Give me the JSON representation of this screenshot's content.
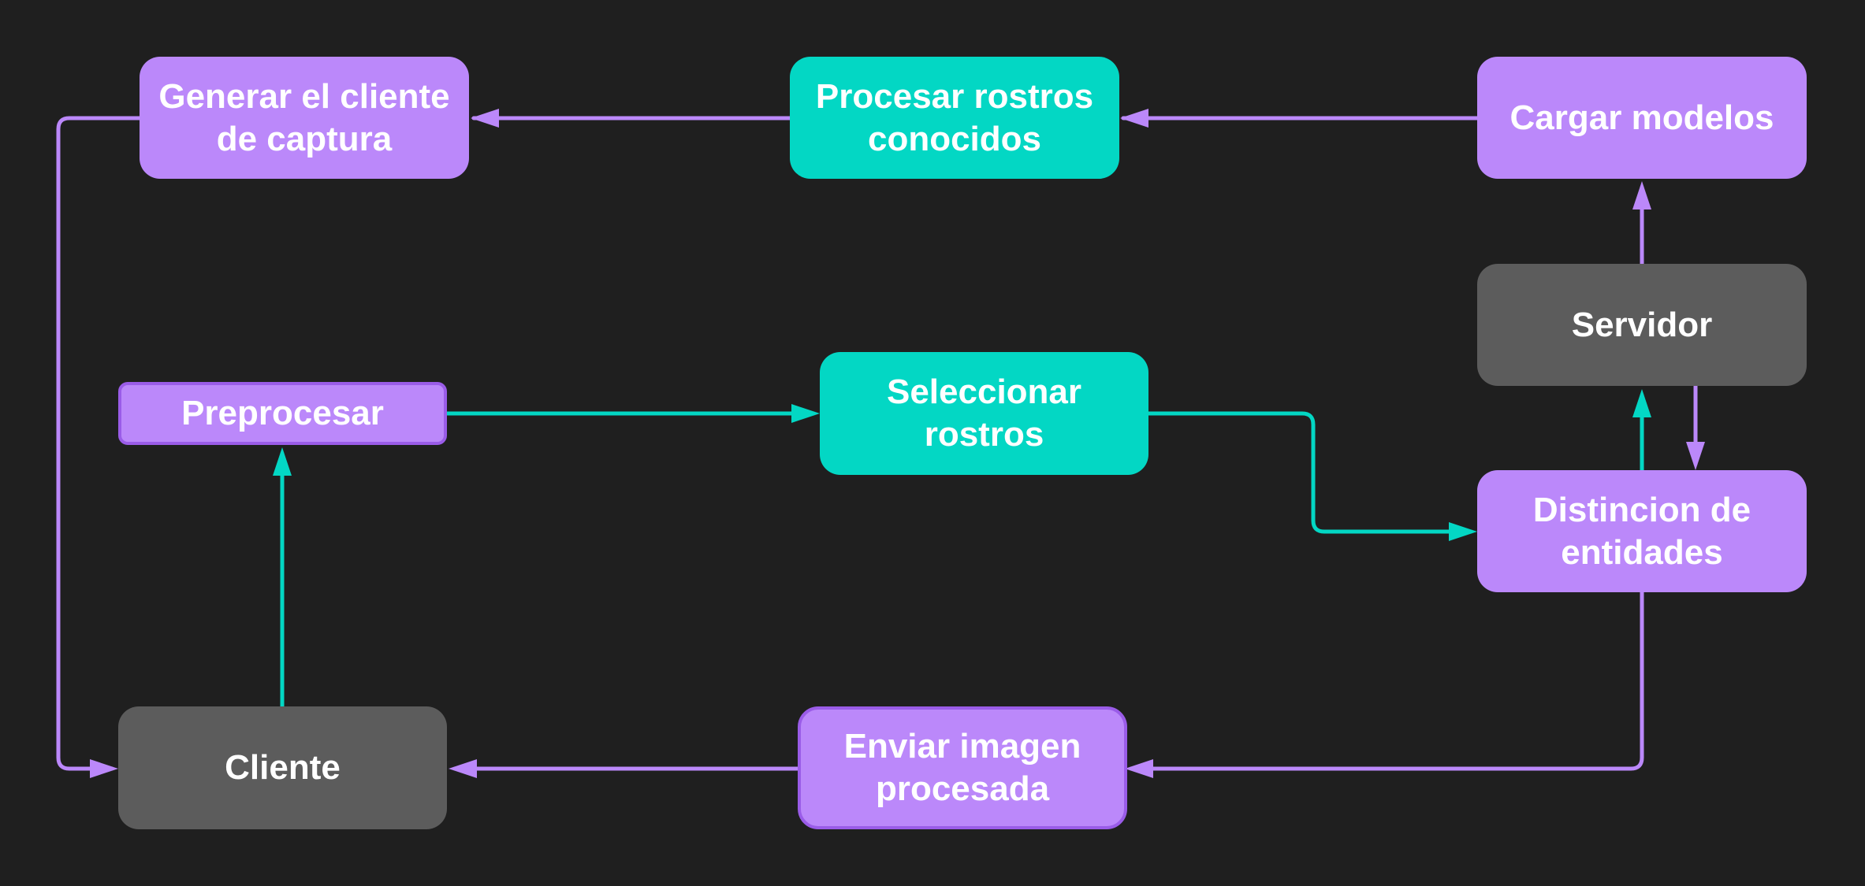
{
  "colors": {
    "background": "#1f1f1f",
    "purple": "#bb88fa",
    "teal": "#03d7c4",
    "gray": "#5c5c5c",
    "purple_edge": "#bb88fa",
    "teal_edge": "#03d7c4",
    "text": "#ffffff"
  },
  "nodes": {
    "generar": "Generar el cliente\nde captura",
    "procesar": "Procesar  rostros\nconocidos",
    "cargar": "Cargar modelos",
    "servidor": "Servidor",
    "preprocesar": "Preprocesar",
    "seleccionar": "Seleccionar\nrostros",
    "distincion": "Distincion de\nentidades",
    "cliente": "Cliente",
    "enviar": "Enviar imagen\nprocesada"
  }
}
